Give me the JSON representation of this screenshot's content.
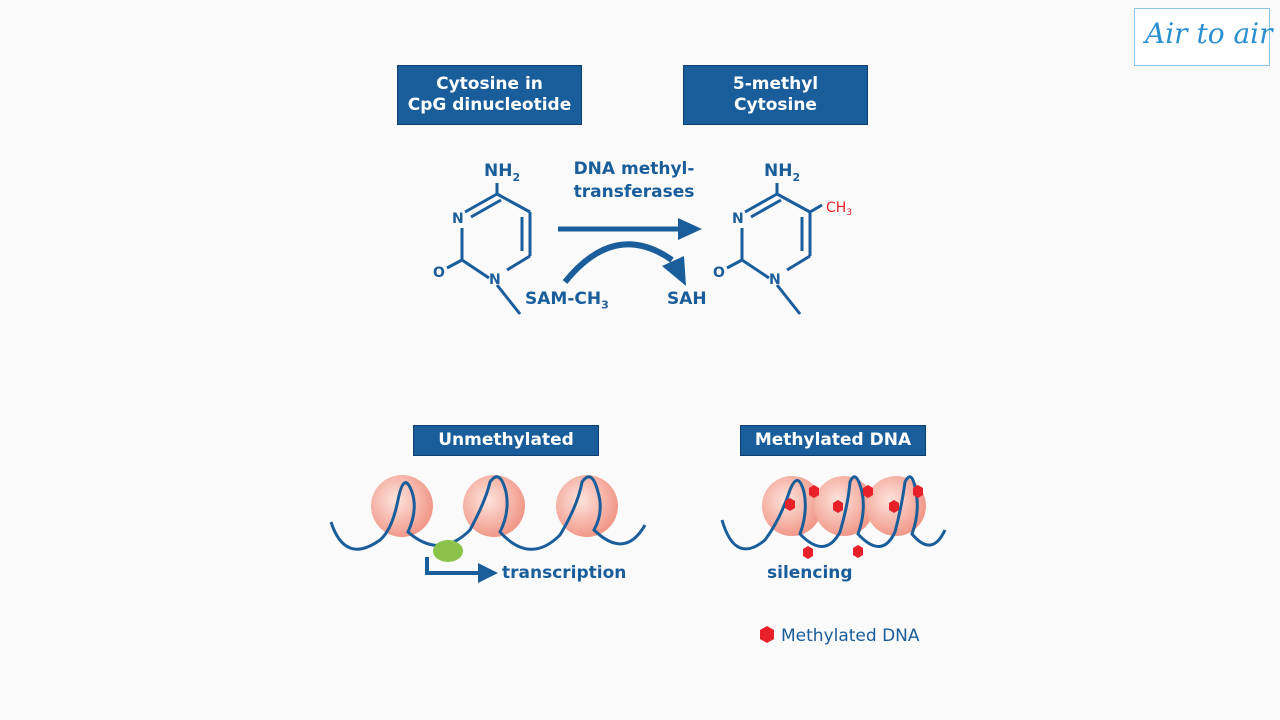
{
  "labels": {
    "cytosine_line1": "Cytosine in",
    "cytosine_line2": "CpG dinucleotide",
    "methyl_line1": "5-methyl",
    "methyl_line2": "Cytosine",
    "unmethylated": "Unmethylated",
    "methylated": "Methylated DNA"
  },
  "reaction": {
    "enzyme_line1": "DNA methyl-",
    "enzyme_line2": "transferases",
    "donor": "SAM-CH",
    "donor_sub": "3",
    "product": "SAH"
  },
  "molecule": {
    "amine": "NH",
    "amine_sub": "2",
    "nitrogen": "N",
    "oxygen": "O",
    "methyl": "CH",
    "methyl_sub": "3"
  },
  "outcomes": {
    "transcription": "transcription",
    "silencing": "silencing"
  },
  "legend": {
    "label": "Methylated DNA",
    "marker": "red-hexagon"
  },
  "logo": {
    "text": "Air to air"
  },
  "colors": {
    "label_bg": "#1a5d9b",
    "text_blue": "#1a5d9b",
    "methyl_red": "#e8202a",
    "histone": "#f4a99b",
    "transcription_factor": "#8bc34a"
  }
}
